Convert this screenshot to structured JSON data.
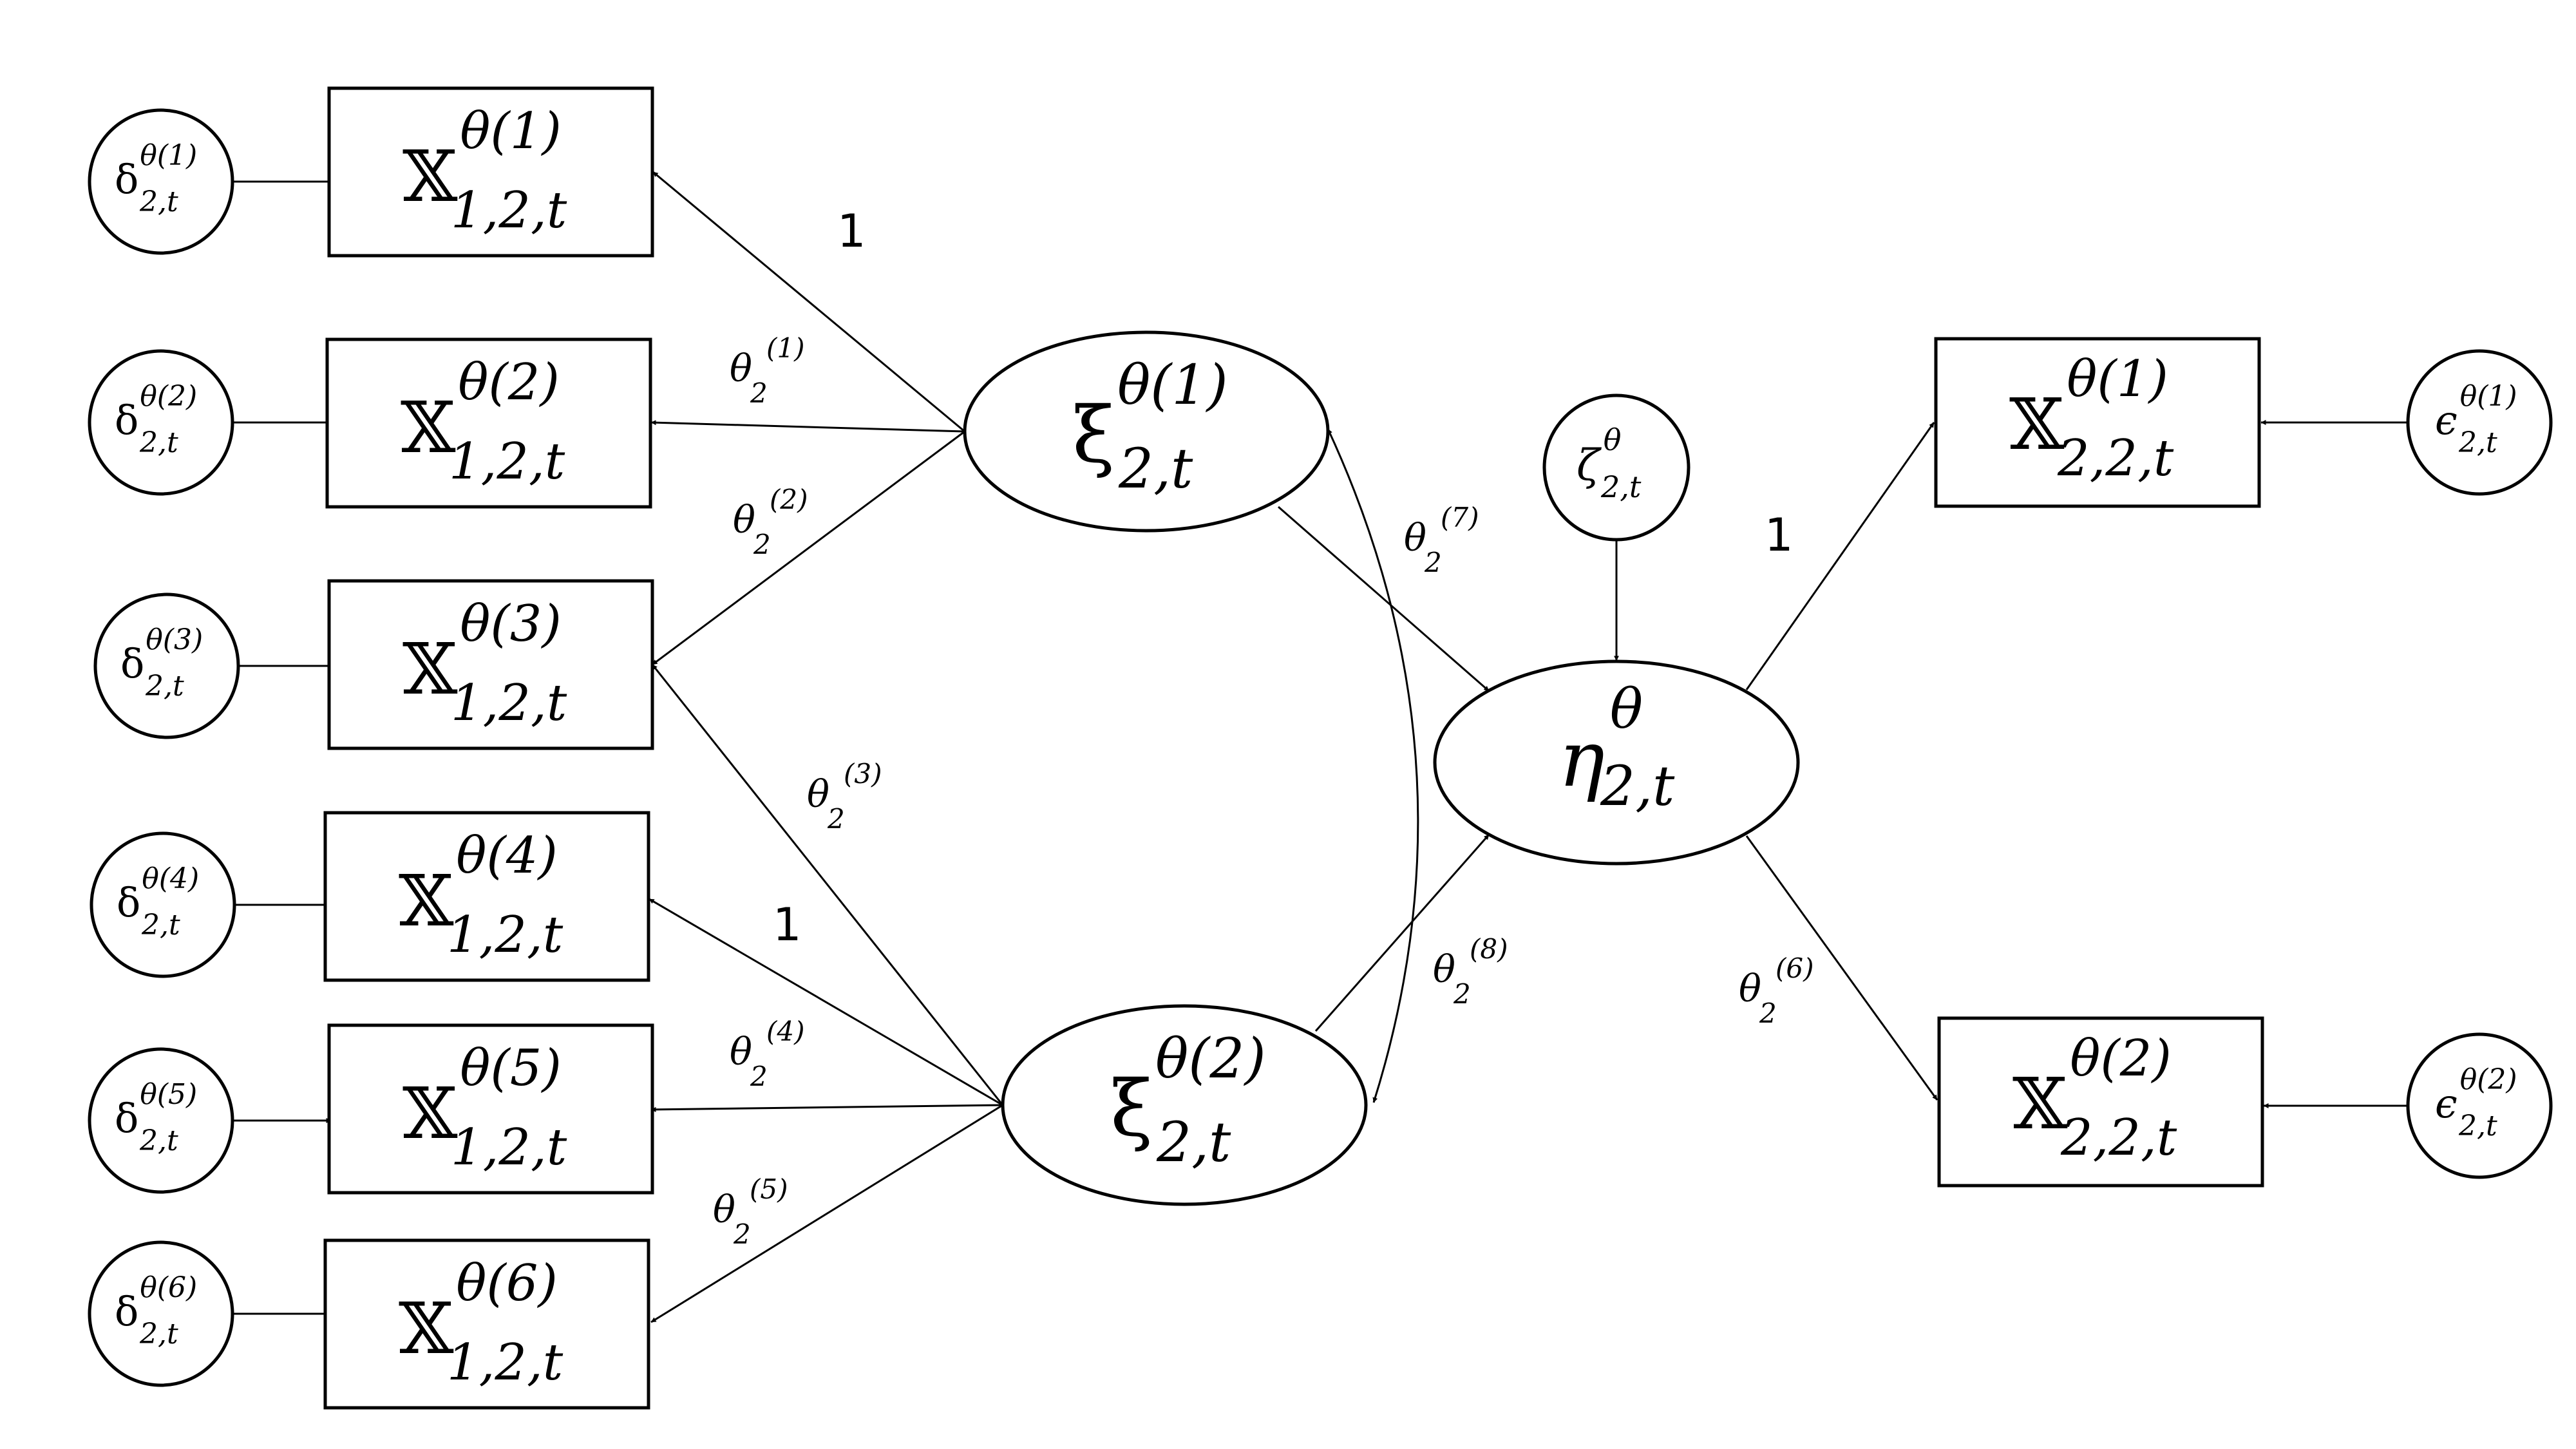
{
  "indicators_left": [
    {
      "base": "𝕏",
      "sup": "θ(1)",
      "sub": "1,2,t"
    },
    {
      "base": "𝕏",
      "sup": "θ(2)",
      "sub": "1,2,t"
    },
    {
      "base": "𝕏",
      "sup": "θ(3)",
      "sub": "1,2,t"
    },
    {
      "base": "𝕏",
      "sup": "θ(4)",
      "sub": "1,2,t"
    },
    {
      "base": "𝕏",
      "sup": "θ(5)",
      "sub": "1,2,t"
    },
    {
      "base": "𝕏",
      "sup": "θ(6)",
      "sub": "1,2,t"
    }
  ],
  "errors_left": [
    {
      "base": "δ",
      "sup": "θ(1)",
      "sub": "2,t"
    },
    {
      "base": "δ",
      "sup": "θ(2)",
      "sub": "2,t"
    },
    {
      "base": "δ",
      "sup": "θ(3)",
      "sub": "2,t"
    },
    {
      "base": "δ",
      "sup": "θ(4)",
      "sub": "2,t"
    },
    {
      "base": "δ",
      "sup": "θ(5)",
      "sub": "2,t"
    },
    {
      "base": "δ",
      "sup": "θ(6)",
      "sub": "2,t"
    }
  ],
  "latent_exogenous": [
    {
      "base": "ξ",
      "sup": "θ(1)",
      "sub": "2,t"
    },
    {
      "base": "ξ",
      "sup": "θ(2)",
      "sub": "2,t"
    }
  ],
  "latent_endogenous": {
    "base": "η",
    "sup": "θ",
    "sub": "2,t"
  },
  "disturbance": {
    "base": "ζ",
    "sup": "θ",
    "sub": "2,t"
  },
  "indicators_right": [
    {
      "base": "𝕏",
      "sup": "θ(1)",
      "sub": "2,2,t"
    },
    {
      "base": "𝕏",
      "sup": "θ(2)",
      "sub": "2,2,t"
    }
  ],
  "errors_right": [
    {
      "base": "ϵ",
      "sup": "θ(1)",
      "sub": "2,t"
    },
    {
      "base": "ϵ",
      "sup": "θ(2)",
      "sub": "2,t"
    }
  ],
  "path_labels": [
    {
      "fixed": "1"
    },
    {
      "base": "θ",
      "sub": "2",
      "sup": "(1)"
    },
    {
      "base": "θ",
      "sub": "2",
      "sup": "(2)"
    },
    {
      "base": "θ",
      "sub": "2",
      "sup": "(3)"
    },
    {
      "fixed": "1"
    },
    {
      "base": "θ",
      "sub": "2",
      "sup": "(4)"
    },
    {
      "base": "θ",
      "sub": "2",
      "sup": "(5)"
    },
    {
      "base": "θ",
      "sub": "2",
      "sup": "(7)"
    },
    {
      "base": "θ",
      "sub": "2",
      "sup": "(8)"
    },
    {
      "fixed": "1"
    },
    {
      "base": "θ",
      "sub": "2",
      "sup": "(6)"
    }
  ]
}
